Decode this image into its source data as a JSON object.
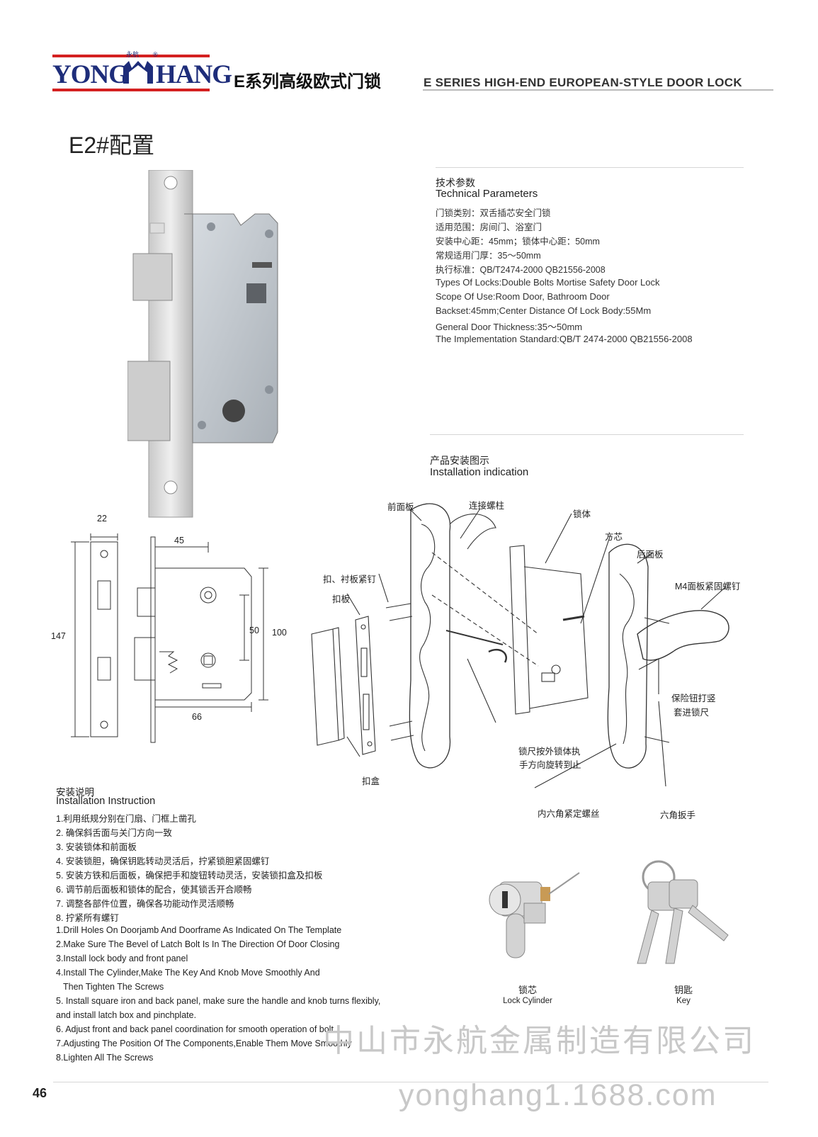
{
  "header": {
    "logo_left": "YONG",
    "logo_right": "HANG",
    "logo_small": "永航",
    "title_cn": "E系列高级欧式门锁",
    "title_en": "E SERIES HIGH-END EUROPEAN-STYLE DOOR LOCK"
  },
  "config_title": "E2#配置",
  "tech": {
    "heading_cn": "技术参数",
    "heading_en": "Technical Parameters",
    "params_cn": [
      "门锁类别：双舌插芯安全门锁",
      "适用范围：房间门、浴室门",
      "安装中心距：45mm；锁体中心距：50mm",
      "常规适用门厚：35～50mm",
      "执行标准：QB/T2474-2000 QB21556-2008"
    ],
    "params_en": [
      "Types Of Locks:Double Bolts Mortise Safety Door Lock",
      "Scope Of Use:Room Door, Bathroom Door",
      "Backset:45mm;Center Distance Of Lock Body:55Mm",
      "General Door Thickness:35～50mm",
      "The Implementation Standard:QB/T 2474-2000 QB21556-2008"
    ]
  },
  "install_diagram": {
    "heading_cn": "产品安装图示",
    "heading_en": "Installation indication",
    "labels": {
      "front_panel": "前面板",
      "connecting_post": "连接螺柱",
      "lock_body": "锁体",
      "square_core": "方芯",
      "back_panel": "后面板",
      "m4_screw": "M4面板紧固螺钉",
      "strike_screw": "扣、衬板紧钉",
      "strike_plate": "扣板",
      "safety_knob": "保险钮打竖",
      "insert_spindle": "套进锁尺",
      "spindle_rotate_1": "锁尺按外锁体执",
      "spindle_rotate_2": "手方向旋转到止",
      "strike_box": "扣盒",
      "hex_screw": "内六角紧定螺丝",
      "hex_wrench": "六角扳手"
    }
  },
  "dimensions": {
    "faceplate_width": "22",
    "length": "147",
    "backset": "45",
    "center": "50",
    "height": "100",
    "depth": "66"
  },
  "instructions": {
    "heading_cn": "安装说明",
    "heading_en": "Installation Instruction",
    "steps_cn": [
      "1.利用纸规分别在门扇、门框上凿孔",
      "2. 确保斜舌面与关门方向一致",
      "3. 安装锁体和前面板",
      "4. 安装锁胆，确保钥匙转动灵活后，拧紧锁胆紧固螺钉",
      "5. 安装方铁和后面板，确保把手和旋钮转动灵活，安装锁扣盒及扣板",
      "6. 调节前后面板和锁体的配合，使其锁舌开合顺畅",
      "7. 调整各部件位置，确保各功能动作灵活顺畅",
      "8. 拧紧所有螺钉"
    ],
    "steps_en": [
      "1.Drill Holes On Doorjamb And Doorframe As Indicated On The Template",
      "2.Make Sure The Bevel of Latch Bolt Is In The Direction Of Door Closing",
      "3.Install lock body and front panel",
      "4.Install The Cylinder,Make The Key And Knob Move Smoothly And",
      "   Then Tighten The Screws",
      "5. Install square iron and back panel, make sure the handle and knob turns flexibly,",
      "and install latch box and pinchplate.",
      "6. Adjust front and back panel coordination for smooth operation of bolt.",
      "7.Adjusting The Position Of The Components,Enable Them Move Smoothly",
      "8.Lighten All The Screws"
    ]
  },
  "parts": {
    "cylinder_cn": "锁芯",
    "cylinder_en": "Lock Cylinder",
    "key_cn": "钥匙",
    "key_en": "Key"
  },
  "watermark": {
    "company": "中山市永航金属制造有限公司",
    "site": "yonghang1.1688.com"
  },
  "page_number": "46"
}
